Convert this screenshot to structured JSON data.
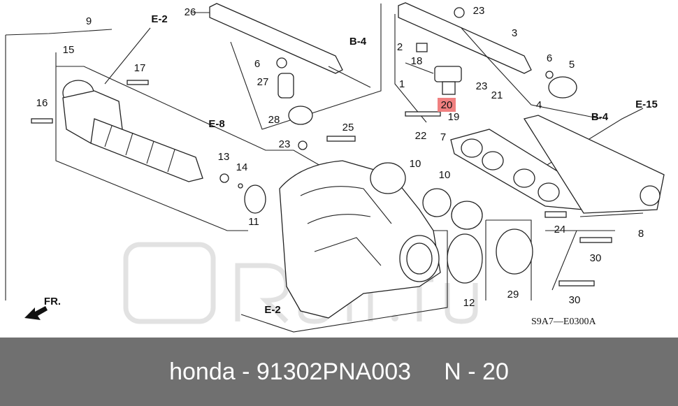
{
  "diagram": {
    "callouts": [
      "9",
      "E-2",
      "26",
      "B-4",
      "23",
      "3",
      "2",
      "6",
      "5",
      "18",
      "15",
      "17",
      "1",
      "6",
      "27",
      "23",
      "21",
      "4",
      "20",
      "E-15",
      "16",
      "19",
      "B-4",
      "28",
      "E-8",
      "25",
      "22",
      "7",
      "23",
      "13",
      "14",
      "10",
      "10",
      "11",
      "24",
      "8",
      "30",
      "29",
      "12",
      "30",
      "E-2"
    ],
    "highlighted_callout": "20",
    "highlight_color": "#f08080",
    "drawing_code": "S9A7—E0300A",
    "direction_label": "FR.",
    "watermark": "Rull.ru"
  },
  "footer": {
    "text": "honda - 91302PNA003     N - 20"
  }
}
